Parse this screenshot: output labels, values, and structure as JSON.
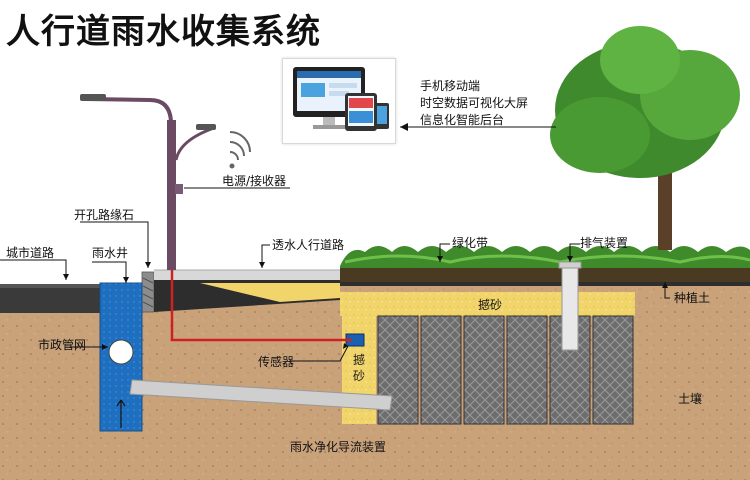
{
  "title": "人行道雨水收集系统",
  "labels": {
    "power_receiver": "电源/接收器",
    "curb": "开孔路缘石",
    "permeable_sidewalk": "透水人行道路",
    "green_belt": "绿化带",
    "exhaust": "排气装置",
    "city_road": "城市道路",
    "rain_well": "雨水井",
    "municipal_pipe": "市政管网",
    "sensor": "传感器",
    "planting_soil": "种植土",
    "sand_top": "撼砂",
    "sand_side": "撼砂",
    "soil": "土壤",
    "purifier": "雨水净化导流装置"
  },
  "info_panel": {
    "lines": [
      "手机移动端",
      "时空数据可视化大屏",
      "信息化智能后台"
    ]
  },
  "colors": {
    "soil": "#c9a27a",
    "sand": "#f1d46a",
    "rain_well": "#1f6fc0",
    "cable": "#d02020",
    "road": "#3a3a3a",
    "hedge": "#3f8a2a",
    "pole": "#6b4a64"
  }
}
